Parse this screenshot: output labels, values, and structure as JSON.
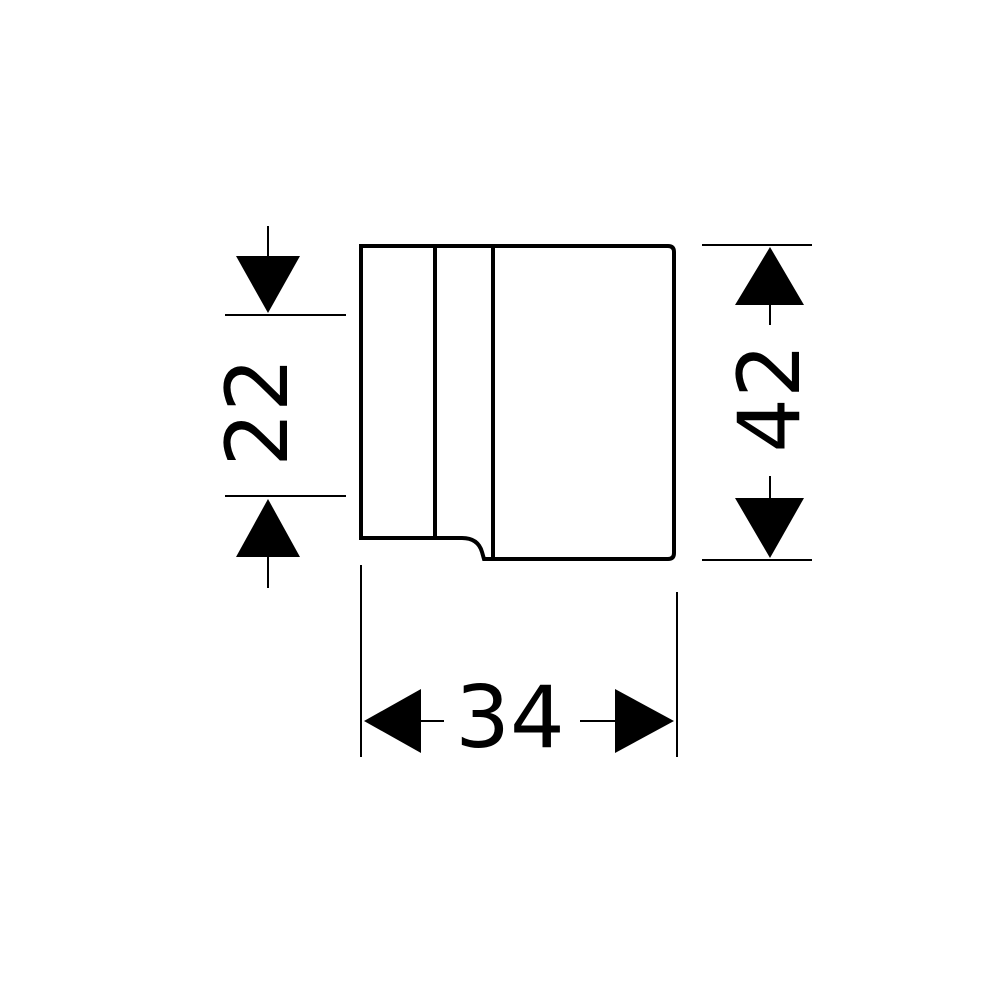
{
  "dimensions": {
    "height_left": "22",
    "height_right": "42",
    "width_bottom": "34"
  },
  "colors": {
    "line": "#000000",
    "background": "#ffffff"
  }
}
